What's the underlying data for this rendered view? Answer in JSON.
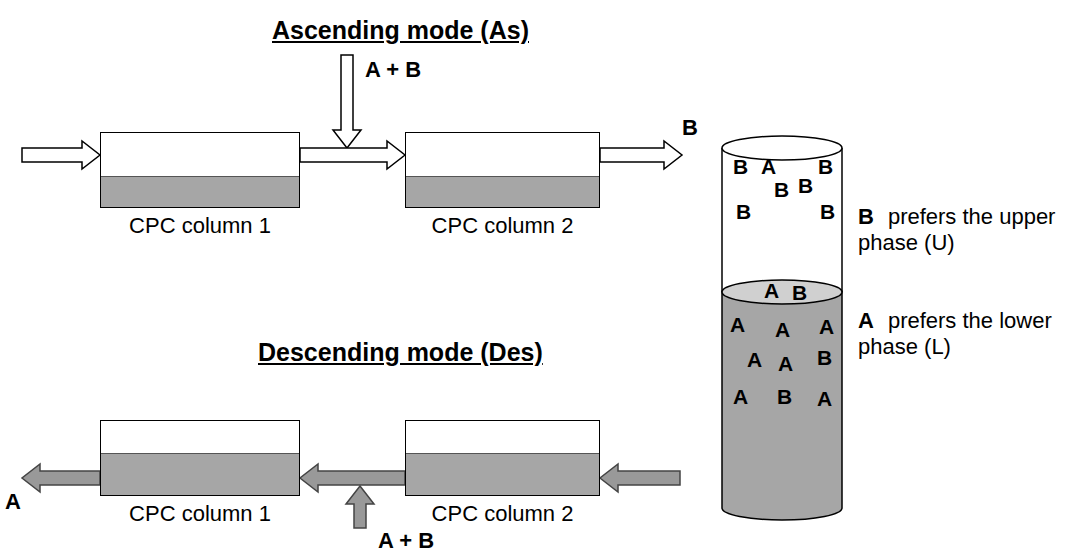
{
  "diagram": {
    "nodes": [
      {
        "text": [
          "CPC column 1"
        ]
      },
      {
        "text": [
          "CPC column 2"
        ]
      },
      {
        "text": [
          "CPC column 1"
        ]
      },
      {
        "text": [
          "CPC column 2"
        ]
      }
    ],
    "edges": [
      {
        "from": 0,
        "to": 1,
        "arrow": "to"
      },
      {
        "from": 3,
        "to": 2,
        "arrow": "to"
      }
    ],
    "labels": [
      "Ascending mode (As)",
      "A + B",
      "B",
      "Descending mode (Des)",
      "A",
      "A + B",
      "B",
      "A",
      "B",
      "B",
      "B",
      "B",
      "B",
      "A",
      "B",
      "A",
      "A",
      "A",
      "A",
      "A",
      "B",
      "A",
      "B",
      "A",
      "B",
      "prefers the upper phase (U)",
      "A",
      "prefers the lower phase (L)"
    ]
  }
}
